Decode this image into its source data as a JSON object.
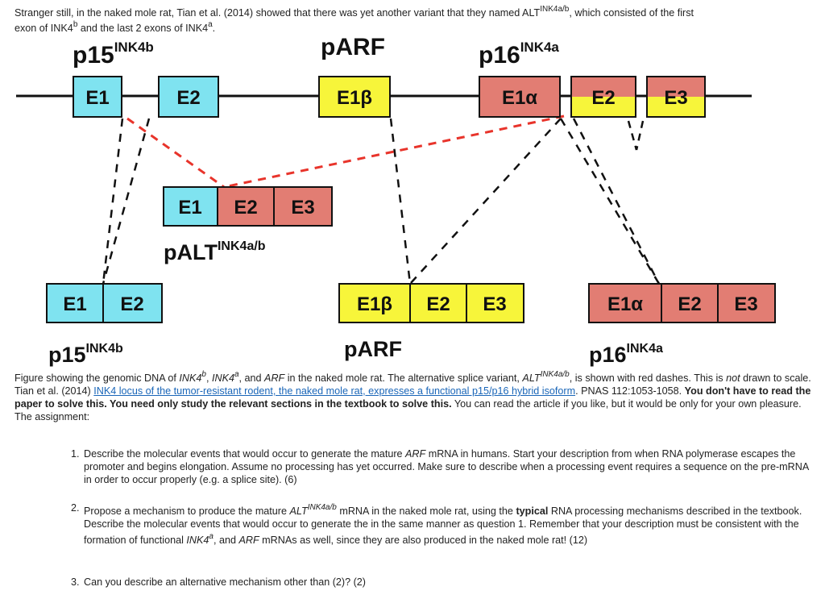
{
  "intro": {
    "line1a": "Stranger still, in the naked mole rat, Tian et al. (2014) showed that there was yet another variant that they named ALT",
    "line1sup": "INK4a/b",
    "line1b": ", which consisted of the first",
    "line2a": "exon of INK4",
    "line2sup1": "b",
    "line2b": " and the last 2 exons of INK4",
    "line2sup2": "a",
    "line2c": "."
  },
  "diagram": {
    "genomic_labels": {
      "p15": "p15",
      "p15_sup": "INK4b",
      "parf": "pARF",
      "p16": "p16",
      "p16_sup": "INK4a"
    },
    "genomic_exons": {
      "e1": "E1",
      "e2": "E2",
      "e1b": "E1β",
      "e1a": "E1α",
      "e2b": "E2",
      "e3": "E3"
    },
    "alt_exons": {
      "e1": "E1",
      "e2": "E2",
      "e3": "E3"
    },
    "alt_label": "pALT",
    "alt_label_sup": "INK4a/b",
    "mrna_p15": {
      "e1": "E1",
      "e2": "E2"
    },
    "mrna_parf": {
      "e1b": "E1β",
      "e2": "E2",
      "e3": "E3"
    },
    "mrna_p16": {
      "e1a": "E1α",
      "e2": "E2",
      "e3": "E3"
    },
    "bottom_labels": {
      "p15": "p15",
      "p15_sup": "INK4b",
      "parf": "pARF",
      "p16": "p16",
      "p16_sup": "INK4a"
    },
    "colors": {
      "cyan": "#7fe3f0",
      "yellow": "#f7f53a",
      "salmon": "#e27d73",
      "red_dash": "#e8342b",
      "line": "#111111"
    }
  },
  "caption": {
    "p1": "Figure showing the genomic DNA of ",
    "ink4b": "INK4",
    "ink4b_sup": "b",
    "c1": ", ",
    "ink4a": "INK4",
    "ink4a_sup": "a",
    "c2": ", and ",
    "arf": "ARF",
    "p2": " in the naked mole rat.  The alternative splice variant, ",
    "alt": "ALT",
    "alt_sup": "INK4a/b",
    "p3": ", is shown with red dashes.  This is ",
    "not": "not",
    "p4": " drawn to scale.  Tian et al. (2014) ",
    "link": "INK4 locus of the tumor-resistant rodent, the naked mole rat, expresses a functional p15/p16 hybrid isoform",
    "p5": ".  PNAS 112:1053-1058.  ",
    "bold": "You don't have to read the paper to solve this. You need only study the relevant sections in the textbook to solve this.",
    "p6": "  You can read the article if you like, but it would be only for your own pleasure.",
    "assignment": "The assignment:"
  },
  "questions": [
    {
      "num": "1.",
      "a": "Describe the molecular events that would occur to generate the mature ",
      "arf": "ARF",
      "b": " mRNA in humans.  Start your description from when RNA polymerase escapes the promoter and begins elongation.  Assume no processing has yet occurred.  Make sure to describe when a processing event requires a sequence on the pre-mRNA in order to occur properly (e.g. a splice site).  (6)"
    },
    {
      "num": "2.",
      "a": "Propose a mechanism to produce the mature ",
      "alt": "ALT",
      "alt_sup": "INK4a/b",
      "b": " mRNA in the naked mole rat, using the ",
      "typical": "typical",
      "c": " RNA processing mechanisms described in the textbook.  Describe the molecular events that would occur to generate the  in the same manner as question 1. Remember that your description must be consistent with the formation of functional ",
      "ink4a": "INK4",
      "ink4a_sup": "a",
      "d": ", and ",
      "arf": "ARF",
      "e": " mRNAs as well, since they are also produced in the naked mole rat! (12)"
    },
    {
      "num": "3.",
      "a": "Can you describe an alternative mechanism other than (2)? (2)"
    }
  ]
}
